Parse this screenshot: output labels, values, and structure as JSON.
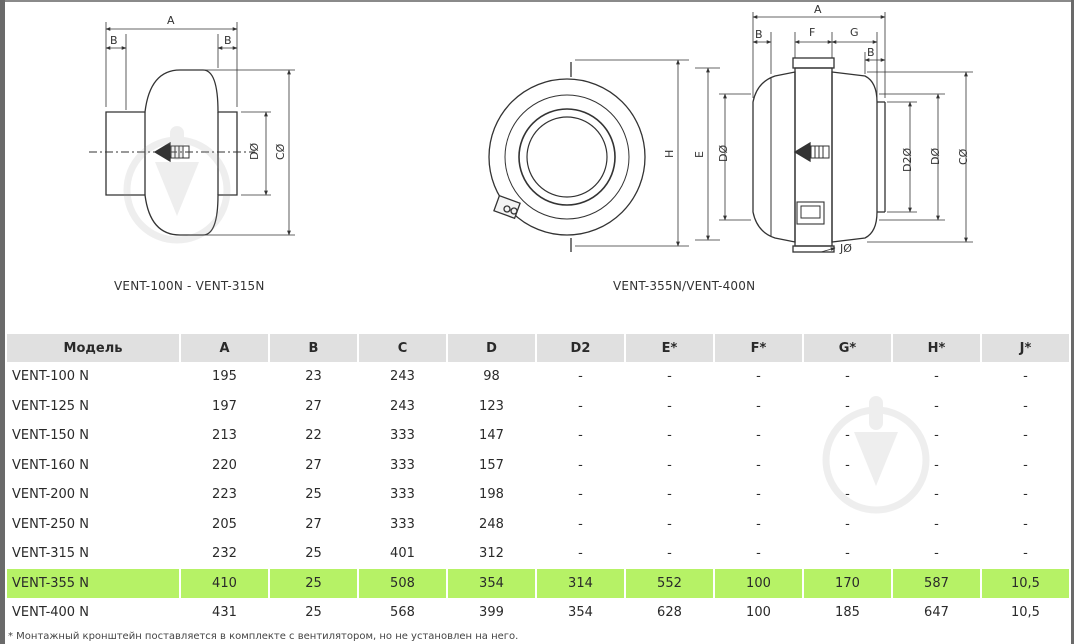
{
  "captions": {
    "left": "VENT-100N - VENT-315N",
    "right": "VENT-355N/VENT-400N"
  },
  "dimension_labels": {
    "a": "A",
    "b": "B",
    "c": "CØ",
    "d": "DØ",
    "d2": "D2Ø",
    "e": "E",
    "f": "F",
    "g": "G",
    "h": "H",
    "j": "JØ"
  },
  "table": {
    "headers": [
      "Модель",
      "A",
      "B",
      "C",
      "D",
      "D2",
      "E*",
      "F*",
      "G*",
      "H*",
      "J*"
    ],
    "rows": [
      [
        "VENT-100 N",
        "195",
        "23",
        "243",
        "98",
        "-",
        "-",
        "-",
        "-",
        "-",
        "-"
      ],
      [
        "VENT-125 N",
        "197",
        "27",
        "243",
        "123",
        "-",
        "-",
        "-",
        "-",
        "-",
        "-"
      ],
      [
        "VENT-150 N",
        "213",
        "22",
        "333",
        "147",
        "-",
        "-",
        "-",
        "-",
        "-",
        "-"
      ],
      [
        "VENT-160 N",
        "220",
        "27",
        "333",
        "157",
        "-",
        "-",
        "-",
        "-",
        "-",
        "-"
      ],
      [
        "VENT-200 N",
        "223",
        "25",
        "333",
        "198",
        "-",
        "-",
        "-",
        "-",
        "-",
        "-"
      ],
      [
        "VENT-250 N",
        "205",
        "27",
        "333",
        "248",
        "-",
        "-",
        "-",
        "-",
        "-",
        "-"
      ],
      [
        "VENT-315 N",
        "232",
        "25",
        "401",
        "312",
        "-",
        "-",
        "-",
        "-",
        "-",
        "-"
      ],
      [
        "VENT-355 N",
        "410",
        "25",
        "508",
        "354",
        "314",
        "552",
        "100",
        "170",
        "587",
        "10,5"
      ],
      [
        "VENT-400 N",
        "431",
        "25",
        "568",
        "399",
        "354",
        "628",
        "100",
        "185",
        "647",
        "10,5"
      ]
    ],
    "highlighted_row": 7,
    "highlight_color": "#b6f266"
  },
  "footnote": "* Монтажный кронштейн поставляется в комплекте с вентилятором, но не установлен на него."
}
